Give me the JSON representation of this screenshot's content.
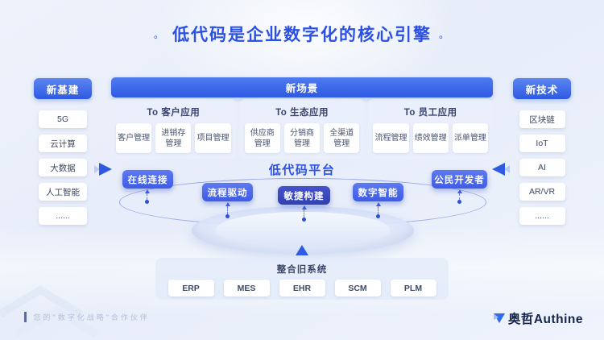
{
  "title": {
    "text": "低代码是企业数字化的核心引擎",
    "ornament": "。"
  },
  "left_panel": {
    "header": "新基建",
    "items": [
      "5G",
      "云计算",
      "大数据",
      "人工智能",
      "......"
    ]
  },
  "right_panel": {
    "header": "新技术",
    "items": [
      "区块链",
      "IoT",
      "AI",
      "AR/VR",
      "......"
    ]
  },
  "scenes": {
    "header": "新场景",
    "groups": [
      {
        "label": "To 客户应用",
        "cards": [
          "客户管理",
          "进销存管理",
          "项目管理"
        ]
      },
      {
        "label": "To 生态应用",
        "cards": [
          "供应商管理",
          "分销商管理",
          "全渠道管理"
        ]
      },
      {
        "label": "To 员工应用",
        "cards": [
          "流程管理",
          "绩效管理",
          "派单管理"
        ]
      }
    ]
  },
  "platform": {
    "title": "低代码平台",
    "capabilities": [
      "在线连接",
      "流程驱动",
      "敏捷构建",
      "数字智能",
      "公民开发者"
    ]
  },
  "legacy": {
    "title": "整合旧系统",
    "systems": [
      "ERP",
      "MES",
      "EHR",
      "SCM",
      "PLM"
    ]
  },
  "footer": {
    "tagline": "您的\"数字化战略\"合作伙伴",
    "brand": "奥哲Authine"
  },
  "colors": {
    "accent_blue": "#2f5be3",
    "title_blue": "#2b50e5",
    "dark_capability_button": "#3a49c4",
    "brand_navy": "#152449",
    "background": "#eaf0fa"
  }
}
